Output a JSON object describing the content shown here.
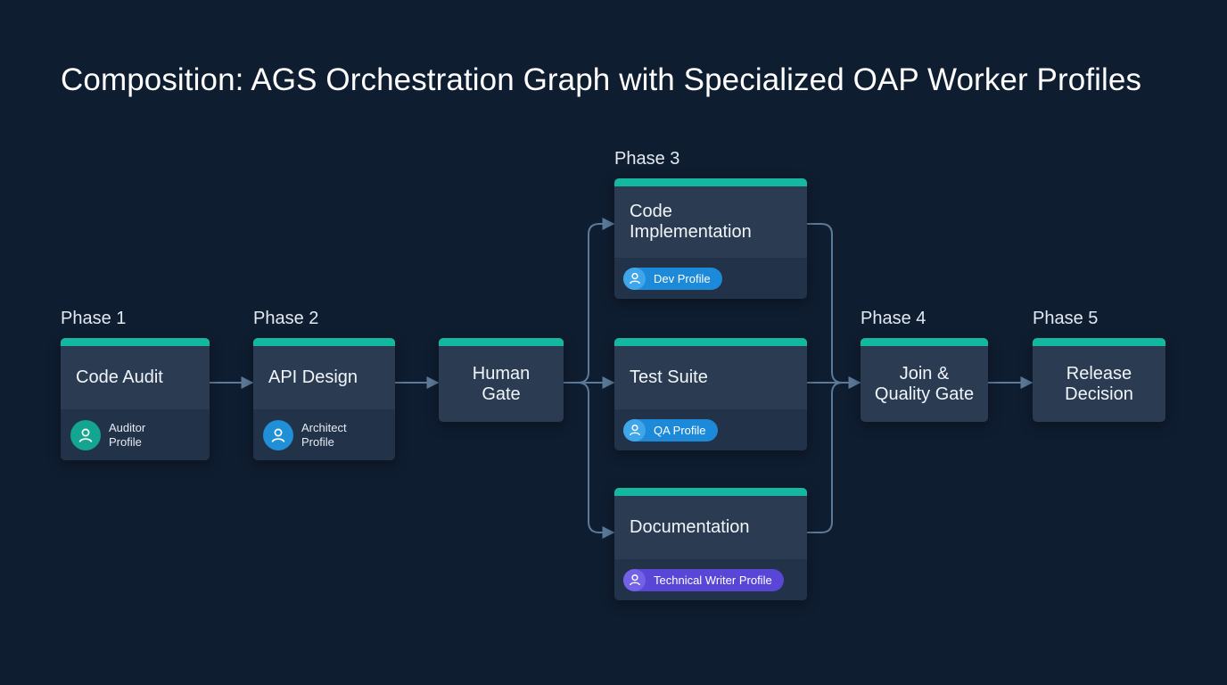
{
  "title": "Composition: AGS Orchestration Graph with Specialized OAP Worker Profiles",
  "phases": [
    "Phase 1",
    "Phase 2",
    "Phase 3",
    "Phase 4",
    "Phase 5"
  ],
  "nodes": {
    "code_audit": {
      "title": "Code Audit",
      "profile": [
        "Auditor",
        "Profile"
      ]
    },
    "api_design": {
      "title": "API Design",
      "profile": [
        "Architect",
        "Profile"
      ]
    },
    "human_gate": {
      "title": [
        "Human",
        "Gate"
      ]
    },
    "code_impl": {
      "title": [
        "Code",
        "Implementation"
      ],
      "profile": "Dev Profile"
    },
    "test_suite": {
      "title": "Test Suite",
      "profile": "QA Profile"
    },
    "documentation": {
      "title": "Documentation",
      "profile": "Technical Writer Profile"
    },
    "join_gate": {
      "title": [
        "Join &",
        "Quality Gate"
      ]
    },
    "release": {
      "title": [
        "Release",
        "Decision"
      ]
    }
  },
  "colors": {
    "background": "#0f1d30",
    "card": "#2a3b52",
    "card_footer": "#223248",
    "accent_bar": "#14b8a0",
    "edge": "#5b7a99",
    "auditor_avatar": "#12a58f",
    "architect_avatar": "#1f8fd6",
    "dev_pill": "#1c8ad8",
    "qa_pill": "#1c8ad8",
    "writer_pill": "#5a46d6"
  },
  "icons": [
    "user-icon",
    "arrow-right-icon"
  ]
}
